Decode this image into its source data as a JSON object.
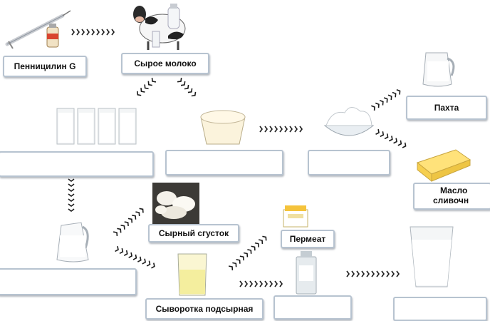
{
  "nodes": {
    "penicillin": "Пенницилин G",
    "raw_milk": "Сырое молоко",
    "buttermilk": "Пахта",
    "curd": "Сырный сгусток",
    "permeate": "Пермеат",
    "whey": "Сыворотка подсырная",
    "butter_line1": "Масло",
    "butter_line2": "сливочн"
  },
  "icons": {
    "syringe": "syringe-vial-icon",
    "cow": "cow-milk-icon",
    "glasses": "milk-glasses-icon",
    "cream_cup": "cream-cup-icon",
    "cream_bowl": "whipped-cream-icon",
    "jug_top": "milk-jug-icon",
    "butter": "butter-block-icon",
    "cheese_curd": "curd-icon",
    "yogurt": "yogurt-cup-icon",
    "jug_mid": "skim-milk-jug-icon",
    "whey_glass": "whey-glass-icon",
    "bottle": "concentrate-bottle-icon",
    "big_glass": "milk-glass-icon"
  },
  "colors": {
    "box_border": "#b7c3d0",
    "arrow": "#1a1a1a"
  }
}
